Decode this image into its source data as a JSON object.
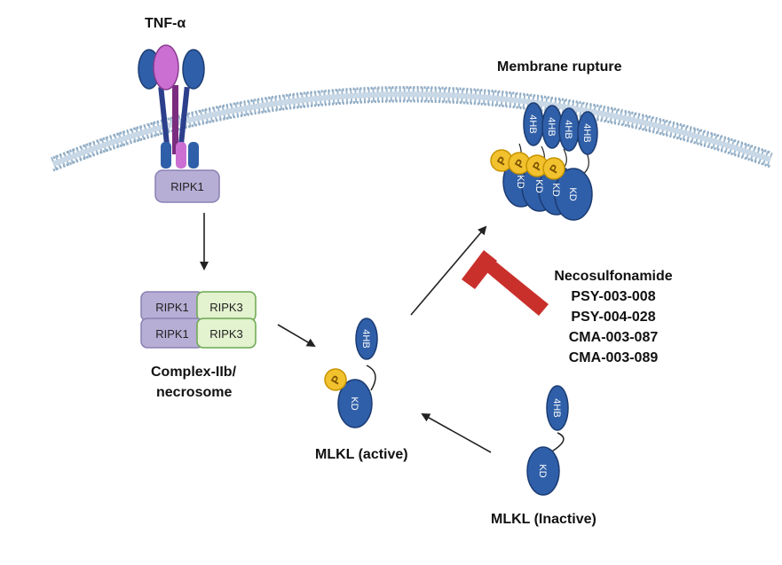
{
  "labels": {
    "tnf": "TNF-α",
    "membrane_rupture": "Membrane rupture",
    "complex_line1": "Complex-IIb/",
    "complex_line2": "necrosome",
    "mlkl_active": "MLKL (active)",
    "mlkl_inactive": "MLKL (Inactive)"
  },
  "proteins": {
    "ripk1": "RIPK1",
    "ripk3": "RIPK3",
    "four_hb": "4HB",
    "kd": "KD",
    "phospho": "P"
  },
  "inhibitors": [
    "Necosulfonamide",
    "PSY-003-008",
    "PSY-004-028",
    "CMA-003-087",
    "CMA-003-089"
  ],
  "colors": {
    "membrane": "#9fb9cf",
    "domain_blue": "#2f5fa8",
    "domain_stroke": "#1c3c73",
    "phospho_yellow": "#f2c12e",
    "ripk1_fill": "#b7aed6",
    "ripk3_fill": "#e3f2cf",
    "ripk3_stroke": "#6aa84f",
    "inhibitor_red": "#c9302c",
    "tnf_pink": "#cc6fd3"
  }
}
